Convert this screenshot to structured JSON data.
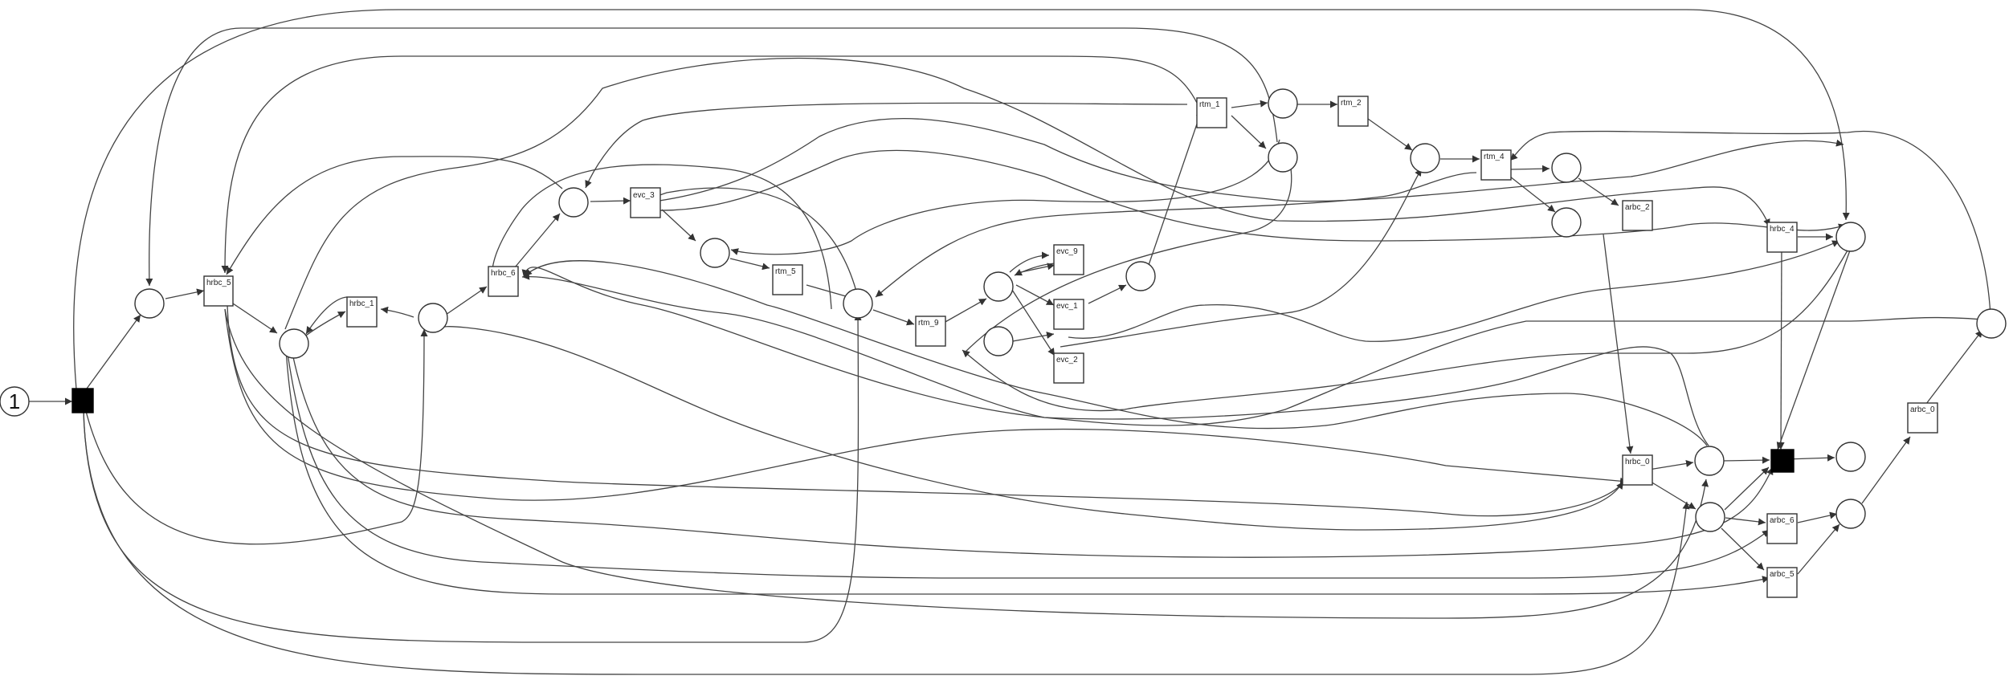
{
  "diagram": {
    "type": "petri-net",
    "initial_marking": "1",
    "transitions": {
      "hrbc_5": "hrbc_5",
      "hrbc_1": "hrbc_1",
      "hrbc_6": "hrbc_6",
      "evc_3": "evc_3",
      "rtm_5": "rtm_5",
      "rtm_9": "rtm_9",
      "evc_9": "evc_9",
      "evc_1": "evc_1",
      "evc_2": "evc_2",
      "rtm_1": "rtm_1",
      "rtm_2": "rtm_2",
      "rtm_4": "rtm_4",
      "arbc_2": "arbc_2",
      "hrbc_4": "hrbc_4",
      "hrbc_0": "hrbc_0",
      "arbc_0": "arbc_0",
      "arbc_6": "arbc_6",
      "arbc_5": "arbc_5"
    },
    "colors": {
      "stroke": "#333333",
      "fill": "#ffffff",
      "silent": "#000000"
    }
  }
}
